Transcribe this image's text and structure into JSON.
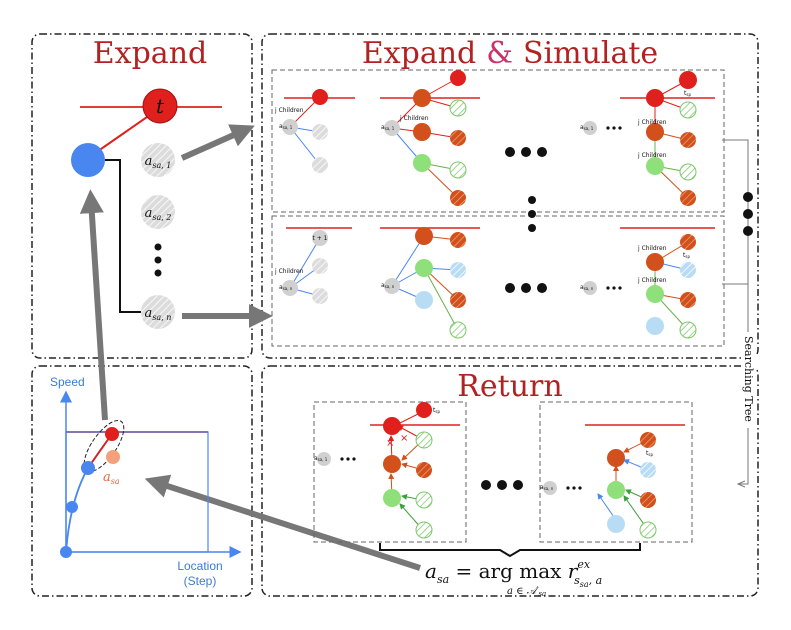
{
  "panels": {
    "expand": {
      "title": "Expand"
    },
    "expand_simulate": {
      "title_part1": "Expand",
      "title_amp": "&",
      "title_part2": "Simulate"
    },
    "return": {
      "title": "Return"
    }
  },
  "expand_node": {
    "target_label": "t",
    "actions": [
      "a",
      "a",
      "a"
    ],
    "action_subscripts": [
      "sa, 1",
      "sa, 2",
      "sa, n"
    ]
  },
  "tree_labels": {
    "children": "j Children",
    "a_sa1": "a",
    "a_sa1_sub": "sa, 1",
    "a_san": "a",
    "a_san_sub": "sa, n",
    "t_plus_1": "t + 1",
    "t_sp": "t",
    "t_sp_sub": "sp"
  },
  "side_label": "Searching Tree",
  "chart": {
    "y_axis": "Speed",
    "x_axis_line1": "Location",
    "x_axis_line2": "(Step)",
    "point_label": "a",
    "point_label_sub": "sa"
  },
  "formula": {
    "lhs": "a",
    "lhs_sub": "sa",
    "eq": " = arg max ",
    "r": "r",
    "r_sup": "ex",
    "r_sub": "s",
    "r_sub2": "sa",
    "r_sub3": ", a",
    "under": "a ∈ 𝒜′",
    "under_sub": "sa"
  },
  "colors": {
    "red": "#e0201c",
    "orange": "#d2501b",
    "green": "#8fe07a",
    "blue": "#4a86f0",
    "gray": "#d0d0d0",
    "lightblue": "#b9dcf5",
    "arrow": "#777777"
  }
}
